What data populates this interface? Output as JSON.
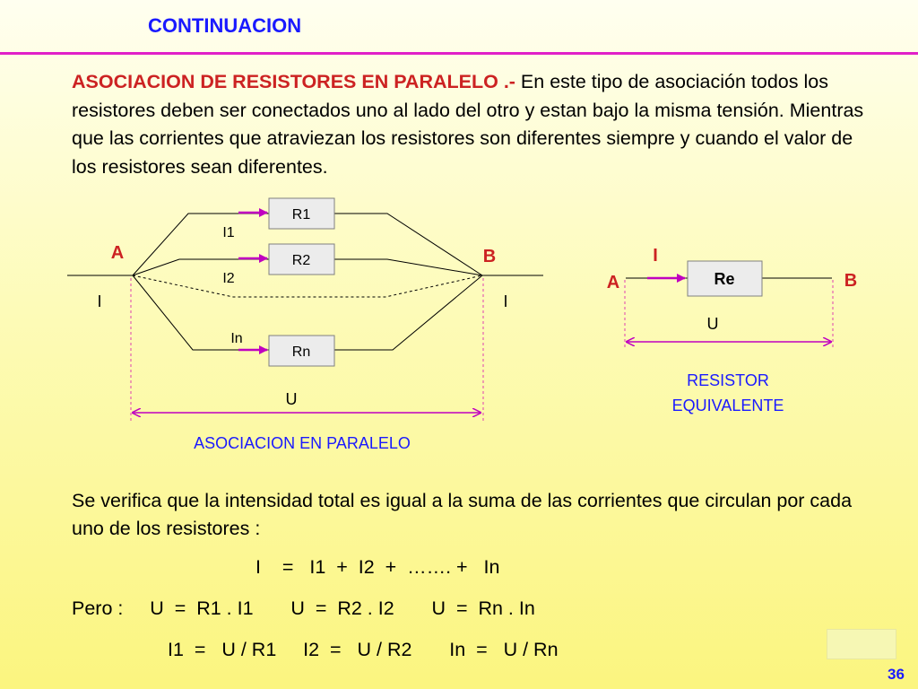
{
  "header": {
    "title": "CONTINUACION",
    "accent_color": "#e020c8"
  },
  "intro": {
    "highlight": "ASOCIACION DE RESISTORES EN PARALELO .-",
    "text": " En este tipo de asociación todos los resistores deben ser conectados uno al lado del otro y estan bajo la misma tensión. Mientras que las corrientes que atraviezan los resistores son diferentes siempre y cuando el valor de los resistores sean diferentes."
  },
  "parallel_diagram": {
    "caption": "ASOCIACION EN PARALELO",
    "node_a": "A",
    "node_b": "B",
    "current_in": "I",
    "current_out": "I",
    "voltage": "U",
    "resistors": [
      {
        "label": "R1",
        "current": "I1"
      },
      {
        "label": "R2",
        "current": "I2"
      },
      {
        "label": "Rn",
        "current": "In"
      }
    ]
  },
  "equivalent_diagram": {
    "caption_line1": "RESISTOR",
    "caption_line2": "EQUIVALENTE",
    "current": "I",
    "node_a": "A",
    "node_b": "B",
    "resistor": "Re",
    "voltage": "U"
  },
  "body": {
    "verify_text": "Se verifica que la intensidad total es igual a la suma de las corrientes que circulan por cada uno de los resistores :",
    "eq_sum": "I    =   I1  +  I2  +  ……. +   In",
    "eq_pero": "Pero :     U  =  R1 . I1       U  =  R2 . I2       U  =  Rn . In",
    "eq_currents": "I1  =   U / R1     I2  =   U / R2       In  =   U / Rn"
  },
  "footer": {
    "page_number": "36"
  },
  "colors": {
    "title": "#1a1aff",
    "highlight": "#cc2222",
    "node_labels": "#cc2222",
    "arrows": "#c000c0"
  }
}
